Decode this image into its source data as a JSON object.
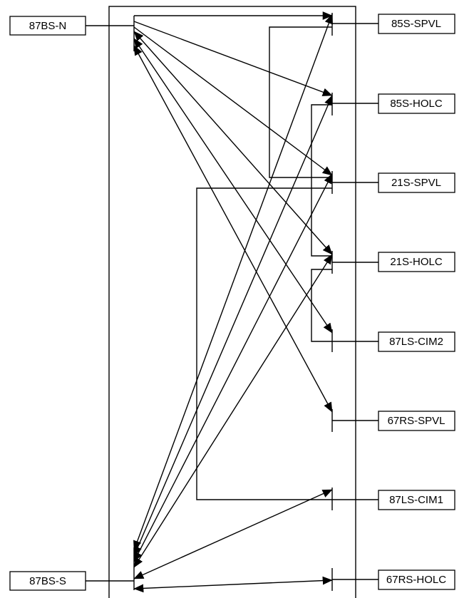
{
  "diagram": {
    "colors": {
      "line": "#000000",
      "background": "#ffffff"
    },
    "left_nodes": {
      "north": "87BS-N",
      "south": "87BS-S"
    },
    "right_nodes": {
      "r1": "85S-SPVL",
      "r2": "85S-HOLC",
      "r3": "21S-SPVL",
      "r4": "21S-HOLC",
      "r5": "87LS-CIM2",
      "r6": "67RS-SPVL",
      "r7": "87LS-CIM1",
      "r8": "67RS-HOLC"
    }
  }
}
